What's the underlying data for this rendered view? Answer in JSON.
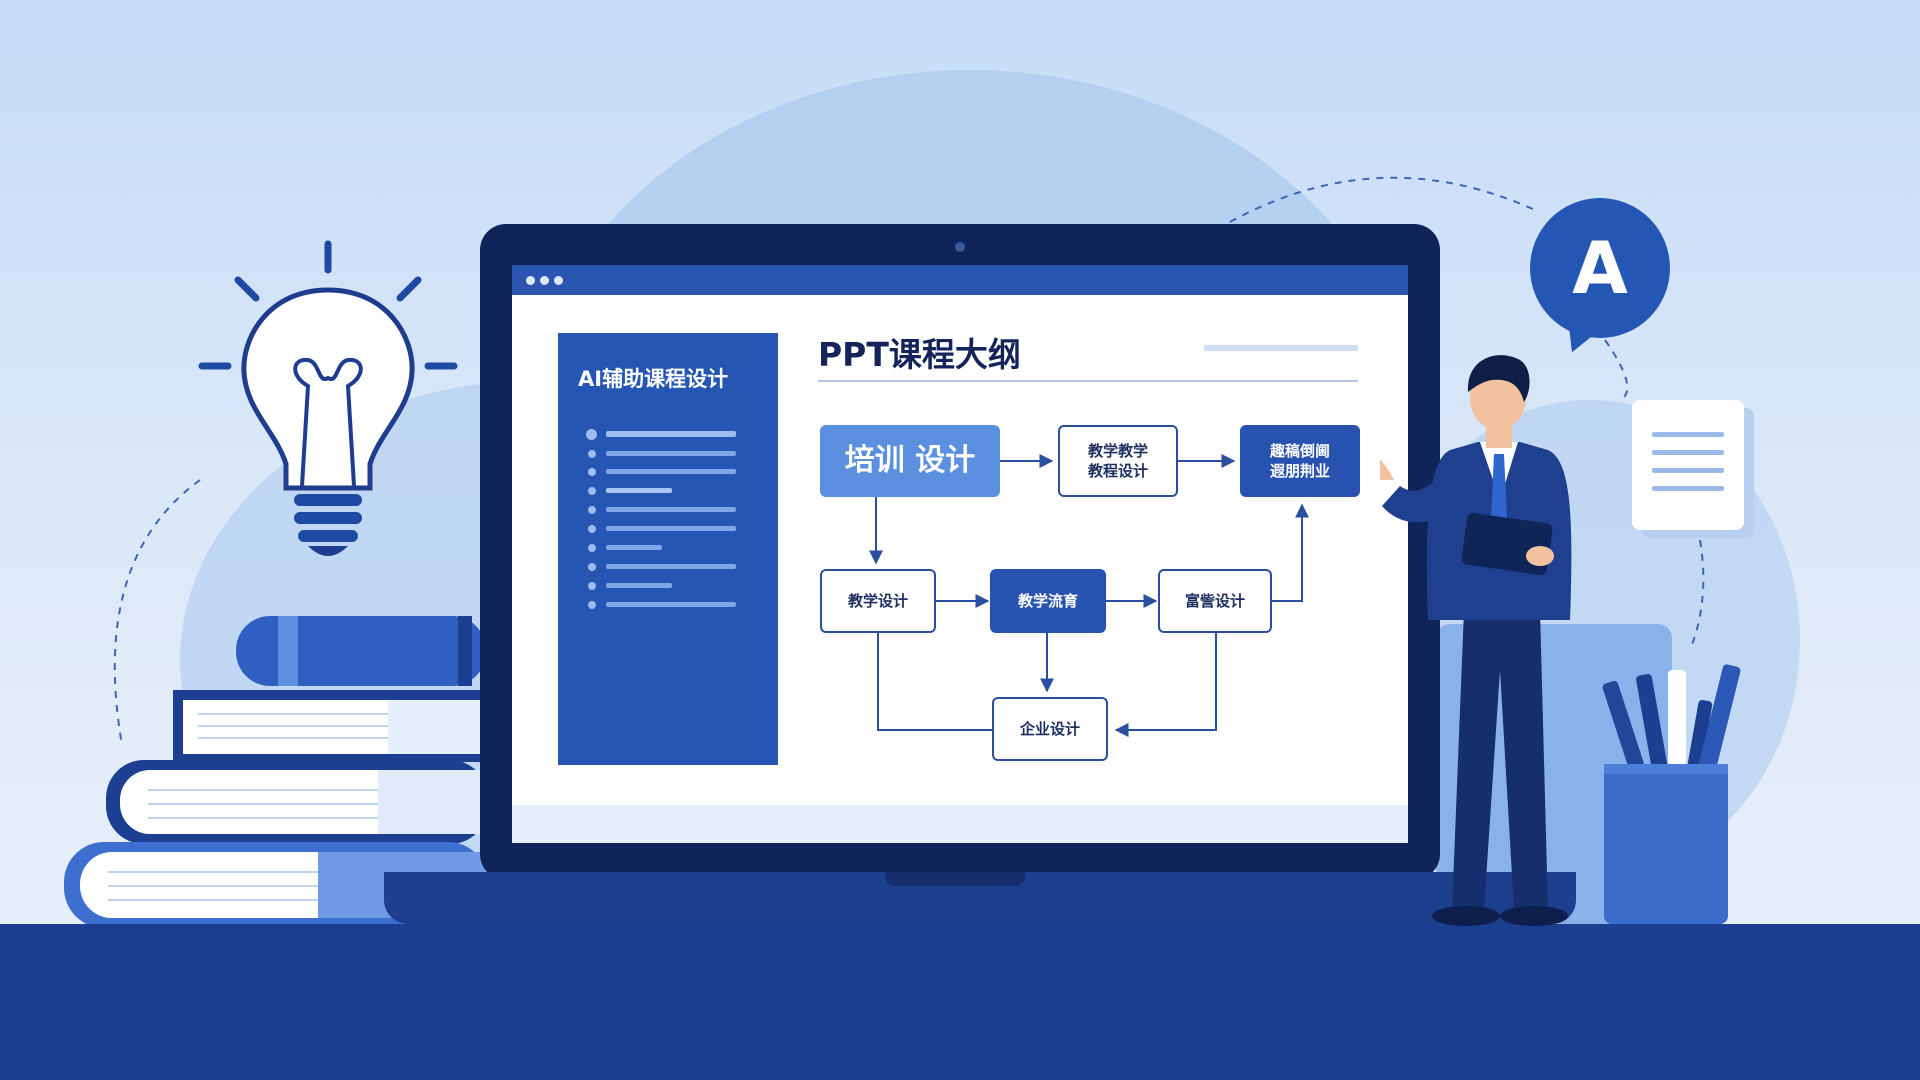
{
  "slide": {
    "panel_title": "AI辅助课程设计",
    "title": "PPT课程大纲"
  },
  "flow": {
    "node1": "培训 设计",
    "node2_line1": "教学教学",
    "node2_line2": "教程设计",
    "node3_line1": "趣稿倒阃",
    "node3_line2": "遐朋荆业",
    "node4": "教学设计",
    "node5": "教学流育",
    "node6": "富訾设计",
    "node7": "企业设计"
  },
  "bubble": {
    "letter": "A"
  },
  "colors": {
    "primary": "#2752b0",
    "dark_navy": "#10245a",
    "accent_light": "#5b8fe0",
    "background": "#d2e3f7"
  },
  "icons": [
    "lightbulb-icon",
    "book-stack-icon",
    "chat-bubble-icon",
    "document-icon",
    "pen-cup-icon",
    "presenter-figure"
  ]
}
